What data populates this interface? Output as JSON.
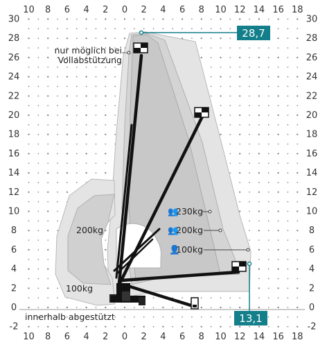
{
  "chart_data": {
    "type": "diagram",
    "x_axis_ticks": [
      "10",
      "8",
      "6",
      "4",
      "2",
      "0",
      "2",
      "4",
      "6",
      "8",
      "10",
      "12",
      "14",
      "16",
      "18"
    ],
    "y_axis_ticks": [
      "30",
      "28",
      "26",
      "24",
      "22",
      "20",
      "18",
      "16",
      "14",
      "12",
      "10",
      "8",
      "6",
      "4",
      "2",
      "0",
      "-2"
    ],
    "x_range": [
      -10,
      18
    ],
    "y_range": [
      -2,
      30
    ],
    "max_height_label": "28,7",
    "max_height": 28.7,
    "max_outreach_label": "13,1",
    "max_outreach": 13.1,
    "annotations": {
      "full_support_line1": "nur möglich bei",
      "full_support_line2": "Vollabstützung",
      "inside_supported": "innerhalb abgestützt"
    },
    "load_zones": [
      {
        "label": "230kg",
        "persons": 3,
        "outreach": 8.8,
        "height": 10
      },
      {
        "label": "200kg",
        "persons": 2,
        "outreach": 9.8,
        "height": 8
      },
      {
        "label": "100kg",
        "persons": 1,
        "outreach": 12.8,
        "height": 6
      }
    ],
    "rear_zones": [
      {
        "label": "200kg"
      },
      {
        "label": "100kg"
      }
    ],
    "colors": {
      "accent": "#137f8a",
      "zone_light": "#e4e4e4",
      "zone_mid": "#cfcfcf",
      "zone_dark": "#c2c2c2",
      "boom": "#111111",
      "grid_dot": "#777777"
    }
  }
}
